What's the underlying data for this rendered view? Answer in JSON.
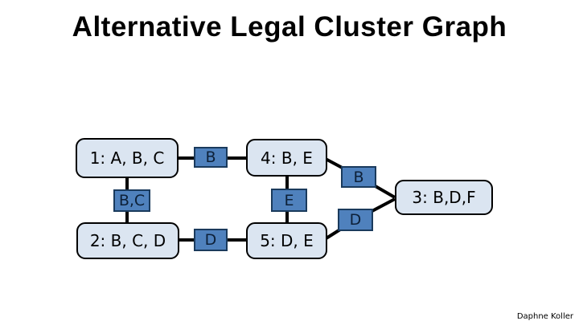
{
  "slide": {
    "title": "Alternative Legal Cluster Graph",
    "attribution": "Daphne Koller"
  },
  "graph": {
    "clusters": [
      {
        "id": "1",
        "label": "1: A, B, C"
      },
      {
        "id": "2",
        "label": "2: B, C, D"
      },
      {
        "id": "3",
        "label": "3: B,D,F"
      },
      {
        "id": "4",
        "label": "4: B, E"
      },
      {
        "id": "5",
        "label": "5: D, E"
      }
    ],
    "sepsets": [
      {
        "between": "1-4",
        "label": "B"
      },
      {
        "between": "1-2",
        "label": "B,C"
      },
      {
        "between": "4-5",
        "label": "E"
      },
      {
        "between": "2-5",
        "label": "D"
      },
      {
        "between": "4-3",
        "label": "B"
      },
      {
        "between": "5-3",
        "label": "D"
      }
    ],
    "colors": {
      "cluster_fill": "#dbe5f1",
      "cluster_border": "#000000",
      "sepset_fill": "#4f81bd",
      "sepset_border": "#1a3a5c",
      "edge": "#000000",
      "text": "#000000"
    }
  }
}
